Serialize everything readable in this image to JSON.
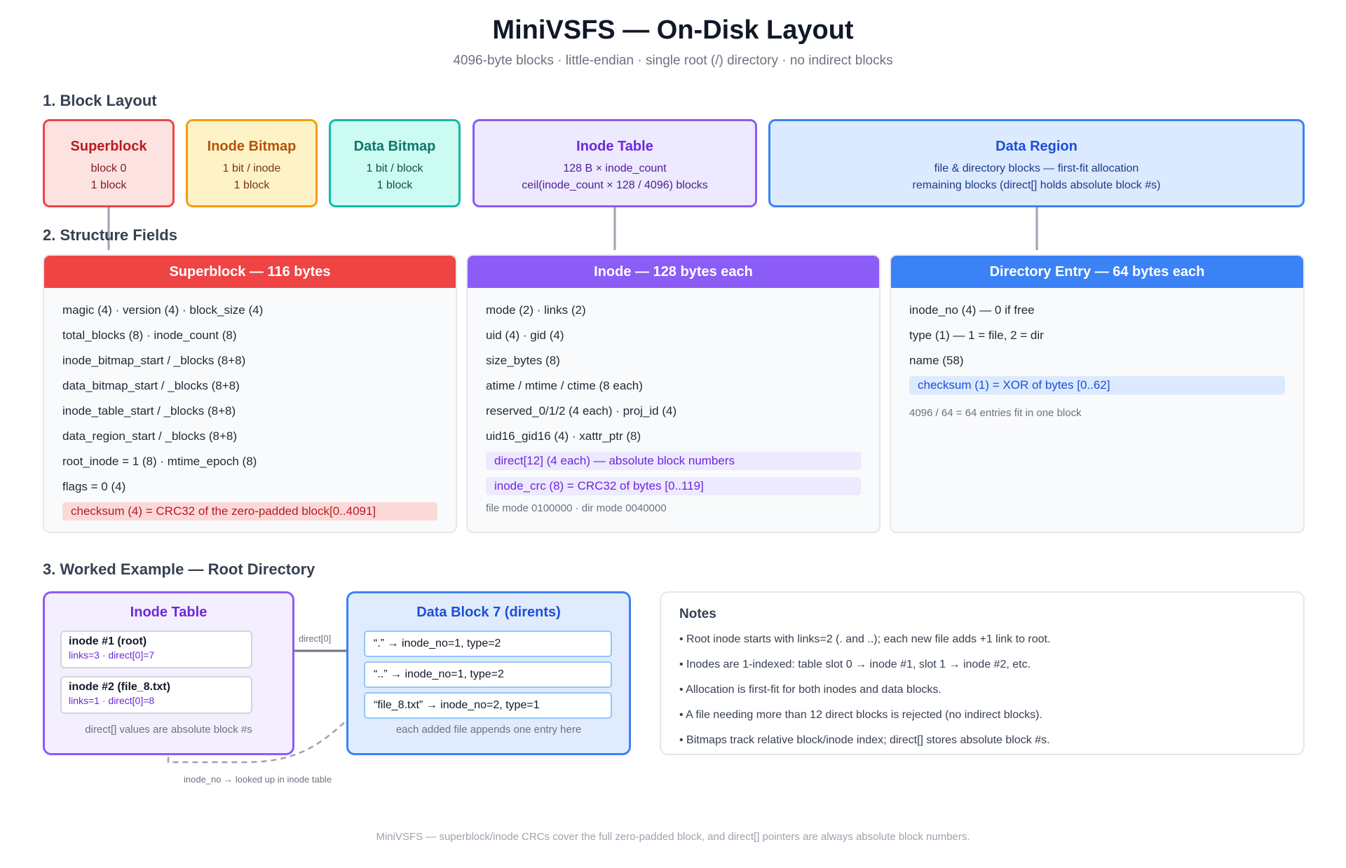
{
  "title": "MiniVSFS — On-Disk Layout",
  "subtitle": "4096-byte blocks · little-endian · single root (/) directory · no indirect blocks",
  "sections": {
    "layout": "1. Block Layout",
    "fields": "2. Structure Fields",
    "example": "3. Worked Example — Root Directory"
  },
  "blocks": [
    {
      "name": "Superblock",
      "line1": "block 0",
      "line2": "1 block",
      "color": "#ef4444"
    },
    {
      "name": "Inode Bitmap",
      "line1": "1 bit / inode",
      "line2": "1 block",
      "color": "#f59e0b"
    },
    {
      "name": "Data Bitmap",
      "line1": "1 bit / block",
      "line2": "1 block",
      "color": "#14b8a6"
    },
    {
      "name": "Inode Table",
      "line1": "128 B × inode_count",
      "line2": "ceil(inode_count × 128 / 4096) blocks",
      "color": "#8b5cf6"
    },
    {
      "name": "Data Region",
      "line1": "file & directory blocks — first-fit allocation",
      "line2": "remaining blocks (direct[] holds absolute block #s)",
      "color": "#3b82f6"
    }
  ],
  "superblock": {
    "header": "Superblock — 116 bytes",
    "rows": [
      "magic (4) · version (4) · block_size (4)",
      "total_blocks (8) · inode_count (8)",
      "inode_bitmap_start / _blocks (8+8)",
      "data_bitmap_start / _blocks (8+8)",
      "inode_table_start / _blocks (8+8)",
      "data_region_start / _blocks (8+8)",
      "root_inode = 1 (8) · mtime_epoch (8)",
      "flags = 0 (4)"
    ],
    "highlight": "checksum (4) = CRC32 of the zero-padded block[0..4091]"
  },
  "inode": {
    "header": "Inode — 128 bytes each",
    "rows": [
      "mode (2) · links (2)",
      "uid (4) · gid (4)",
      "size_bytes (8)",
      "atime / mtime / ctime (8 each)",
      "reserved_0/1/2 (4 each) · proj_id (4)",
      "uid16_gid16 (4) · xattr_ptr (8)"
    ],
    "highlight1": "direct[12] (4 each) — absolute block numbers",
    "highlight2": "inode_crc (8) = CRC32 of bytes [0..119]",
    "note": "file mode 0100000 · dir mode 0040000"
  },
  "dirent": {
    "header": "Directory Entry — 64 bytes each",
    "rows": [
      "inode_no (4) — 0 if free",
      "type (1) — 1 = file, 2 = dir",
      "name (58)"
    ],
    "highlight": "checksum (1) = XOR of bytes [0..62]",
    "note": "4096 / 64 = 64 entries fit in one block"
  },
  "example": {
    "inode_table": {
      "title": "Inode Table",
      "inodes": [
        {
          "name": "inode #1 (root)",
          "detail": "links=3 · direct[0]=7"
        },
        {
          "name": "inode #2 (file_8.txt)",
          "detail": "links=1 · direct[0]=8"
        }
      ],
      "note": "direct[] values are absolute block #s"
    },
    "direct_label": "direct[0]",
    "data_block": {
      "title": "Data Block 7 (dirents)",
      "entries": [
        "“.” → inode_no=1, type=2",
        "“..” → inode_no=1, type=2",
        "“file_8.txt” → inode_no=2, type=1"
      ],
      "note": "each added file appends one entry here"
    },
    "lookup_label": "inode_no → looked up in inode table",
    "notes": {
      "title": "Notes",
      "items": [
        "• Root inode starts with links=2 (. and ..); each new file adds +1 link to root.",
        "• Inodes are 1-indexed: table slot 0 → inode #1, slot 1 → inode #2, etc.",
        "• Allocation is first-fit for both inodes and data blocks.",
        "• A file needing more than 12 direct blocks is rejected (no indirect blocks).",
        "• Bitmaps track relative block/inode index; direct[] stores absolute block #s."
      ]
    }
  },
  "footer": "MiniVSFS — superblock/inode CRCs cover the full zero-padded block, and direct[] pointers are always absolute block numbers."
}
